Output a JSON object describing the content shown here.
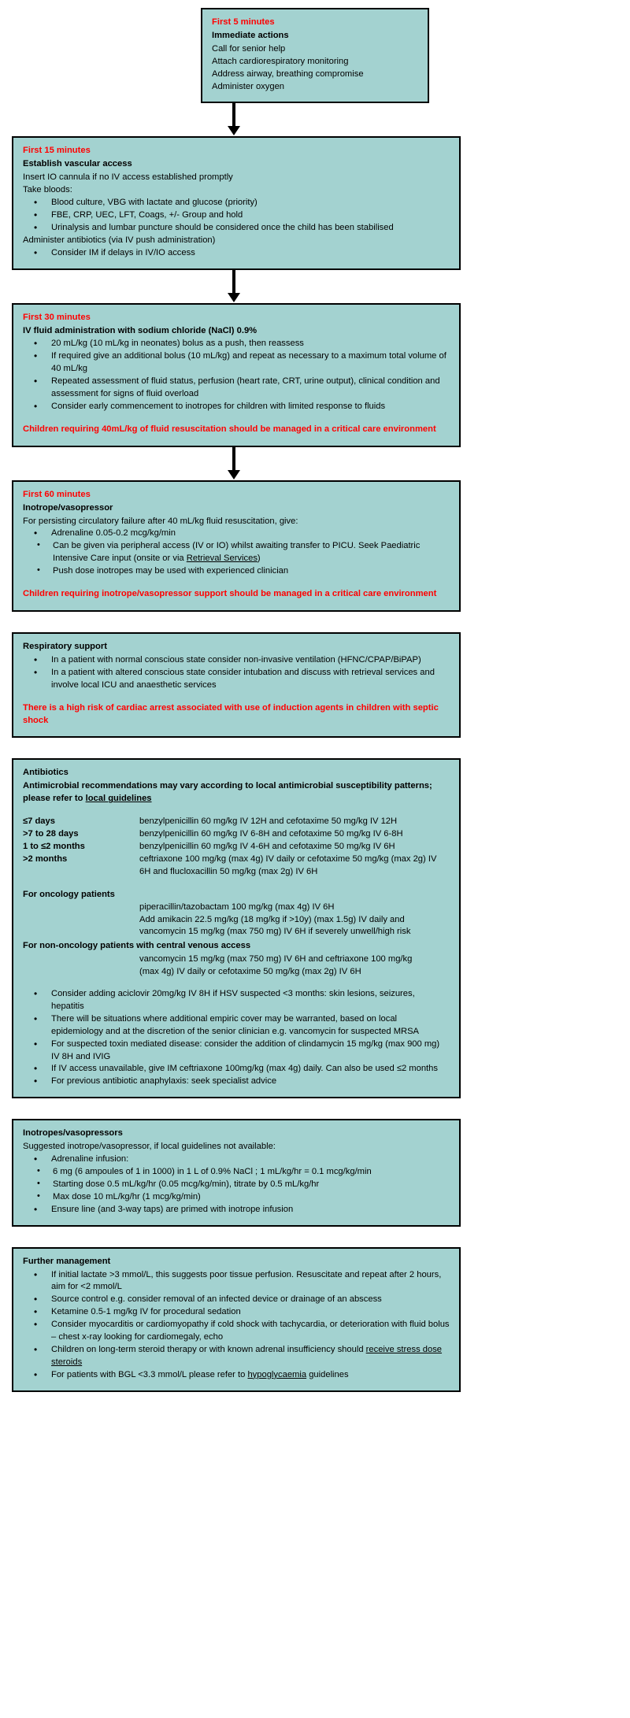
{
  "document": {
    "title": "Paediatric septic shock management pathway",
    "theme_color": "#a3d2d0",
    "accent_color": "#ff0000",
    "border_color": "#000000"
  },
  "steps": [
    {
      "time_heading": "First 5 minutes",
      "sub_heading": "Immediate actions",
      "lines": [
        "Call for senior help",
        "Attach cardiorespiratory monitoring",
        "Address airway, breathing compromise",
        "Administer oxygen"
      ]
    },
    {
      "time_heading": "First 15 minutes",
      "sub_heading": "Establish vascular access",
      "line_1": "Insert IO cannula if no IV access established promptly",
      "line_2": "Take bloods:",
      "bullets_1": [
        "Blood culture, VBG with lactate and glucose (priority)",
        "FBE, CRP, UEC, LFT, Coags, +/- Group and hold",
        "Urinalysis and lumbar puncture should be considered once the child has been stabilised"
      ],
      "line_3": "Administer antibiotics (via IV push administration)",
      "bullets_2": [
        "Consider IM if delays in IV/IO access"
      ]
    },
    {
      "time_heading": "First 30 minutes",
      "sub_heading": "IV fluid administration with sodium chloride (NaCl) 0.9%",
      "bullets": [
        "20 mL/kg (10 mL/kg in neonates) bolus as a push, then reassess",
        "If required give an additional bolus (10 mL/kg) and repeat as necessary to a maximum total volume of 40 mL/kg",
        "Repeated assessment of fluid status, perfusion (heart rate, CRT, urine output), clinical condition and assessment for signs of fluid overload",
        "Consider early commencement to inotropes for children with limited response to fluids"
      ],
      "red_note": "Children requiring 40mL/kg of fluid resuscitation should be managed in a critical care environment"
    },
    {
      "time_heading": "First 60 minutes",
      "sub_heading": "Inotrope/vasopressor",
      "line_1": "For persisting circulatory failure after 40 mL/kg fluid resuscitation, give:",
      "bullet_main": "Adrenaline 0.05-0.2 mcg/kg/min",
      "sub_bullets": [
        {
          "text_before": "Can be given via peripheral access (IV or IO) whilst awaiting transfer to PICU. Seek Paediatric Intensive Care input (onsite or via ",
          "link": "Retrieval Services",
          "text_after": ")"
        },
        {
          "text_before": "Push dose inotropes may be used with experienced clinician",
          "link": "",
          "text_after": ""
        }
      ],
      "red_note": "Children requiring inotrope/vasopressor support should be managed in a critical care environment"
    }
  ],
  "respiratory": {
    "heading": "Respiratory support",
    "bullets": [
      "In a patient with normal conscious state consider non-invasive ventilation (HFNC/CPAP/BiPAP)",
      "In a patient with altered conscious state consider intubation and discuss with retrieval services and involve local ICU and anaesthetic services"
    ],
    "red_note": "There is a high risk of cardiac arrest associated with use of induction agents in children with septic shock"
  },
  "antibiotics": {
    "heading": "Antibiotics",
    "intro_plain": "Antimicrobial recommendations may vary according to local antimicrobial susceptibility patterns; please refer to ",
    "intro_link": "local guidelines",
    "age_rows": [
      {
        "age": "≤7 days",
        "regimen": "benzylpenicillin 60 mg/kg IV 12H and cefotaxime 50 mg/kg IV 12H"
      },
      {
        "age": ">7 to 28 days",
        "regimen": "benzylpenicillin 60 mg/kg IV 6-8H and cefotaxime 50 mg/kg IV 6-8H"
      },
      {
        "age": "1 to ≤2 months",
        "regimen": "benzylpenicillin 60 mg/kg IV 4-6H and cefotaxime 50 mg/kg IV 6H"
      },
      {
        "age": ">2 months",
        "regimen": "ceftriaxone 100 mg/kg (max 4g) IV daily or cefotaxime 50 mg/kg (max 2g) IV 6H and flucloxacillin 50 mg/kg (max 2g) IV 6H"
      }
    ],
    "oncology_heading": "For oncology patients",
    "oncology_doses": [
      "piperacillin/tazobactam 100 mg/kg (max 4g) IV 6H",
      "Add amikacin 22.5 mg/kg (18 mg/kg if >10y) (max 1.5g) IV daily and",
      "vancomycin 15 mg/kg (max 750 mg) IV 6H if severely unwell/high risk"
    ],
    "cvad_heading": "For non-oncology patients with central venous access",
    "cvad_doses": [
      "vancomycin 15 mg/kg (max 750 mg) IV 6H and ceftriaxone 100 mg/kg",
      "(max 4g) IV daily or cefotaxime 50 mg/kg (max 2g) IV 6H"
    ],
    "notes": [
      "Consider adding aciclovir 20mg/kg IV 8H  if HSV suspected <3 months: skin lesions, seizures, hepatitis",
      "There will be situations where additional empiric cover may be warranted, based on local epidemiology and at the discretion of the senior clinician e.g. vancomycin for suspected MRSA",
      "For suspected toxin mediated disease: consider the addition of clindamycin 15 mg/kg (max 900 mg) IV 8H and IVIG",
      "If IV access unavailable, give IM ceftriaxone 100mg/kg (max 4g) daily. Can also be used ≤2 months",
      "For previous antibiotic anaphylaxis: seek specialist advice"
    ]
  },
  "inotropes": {
    "heading": "Inotropes/vasopressors",
    "intro": "Suggested inotrope/vasopressor, if local guidelines not available:",
    "bullet_main": "Adrenaline infusion:",
    "sub_bullets": [
      "6 mg (6 ampoules of 1 in 1000) in 1 L of 0.9% NaCl ; 1 mL/kg/hr = 0.1 mcg/kg/min",
      "Starting dose 0.5 mL/kg/hr (0.05 mcg/kg/min), titrate by 0.5 mL/kg/hr",
      "Max dose 10 mL/kg/hr (1 mcg/kg/min)"
    ],
    "bullet_last": "Ensure line (and 3-way taps) are primed with inotrope infusion"
  },
  "further": {
    "heading": "Further management",
    "bullets": [
      {
        "text_before": "If initial lactate >3 mmol/L, this suggests poor tissue perfusion. Resuscitate and repeat after 2 hours, aim for <2 mmol/L",
        "link": "",
        "text_after": ""
      },
      {
        "text_before": "Source control e.g. consider removal of an infected device or drainage of an abscess",
        "link": "",
        "text_after": ""
      },
      {
        "text_before": "Ketamine 0.5-1 mg/kg IV for procedural sedation",
        "link": "",
        "text_after": ""
      },
      {
        "text_before": "Consider myocarditis or cardiomyopathy if cold shock with tachycardia, or deterioration with fluid bolus – chest x-ray looking for cardiomegaly, echo",
        "link": "",
        "text_after": ""
      },
      {
        "text_before": "Children on long-term steroid therapy or with known adrenal insufficiency should ",
        "link": "receive stress dose steroids",
        "text_after": ""
      },
      {
        "text_before": "For patients with BGL <3.3 mmol/L please refer to ",
        "link": "hypoglycaemia",
        "text_after": " guidelines"
      }
    ]
  }
}
